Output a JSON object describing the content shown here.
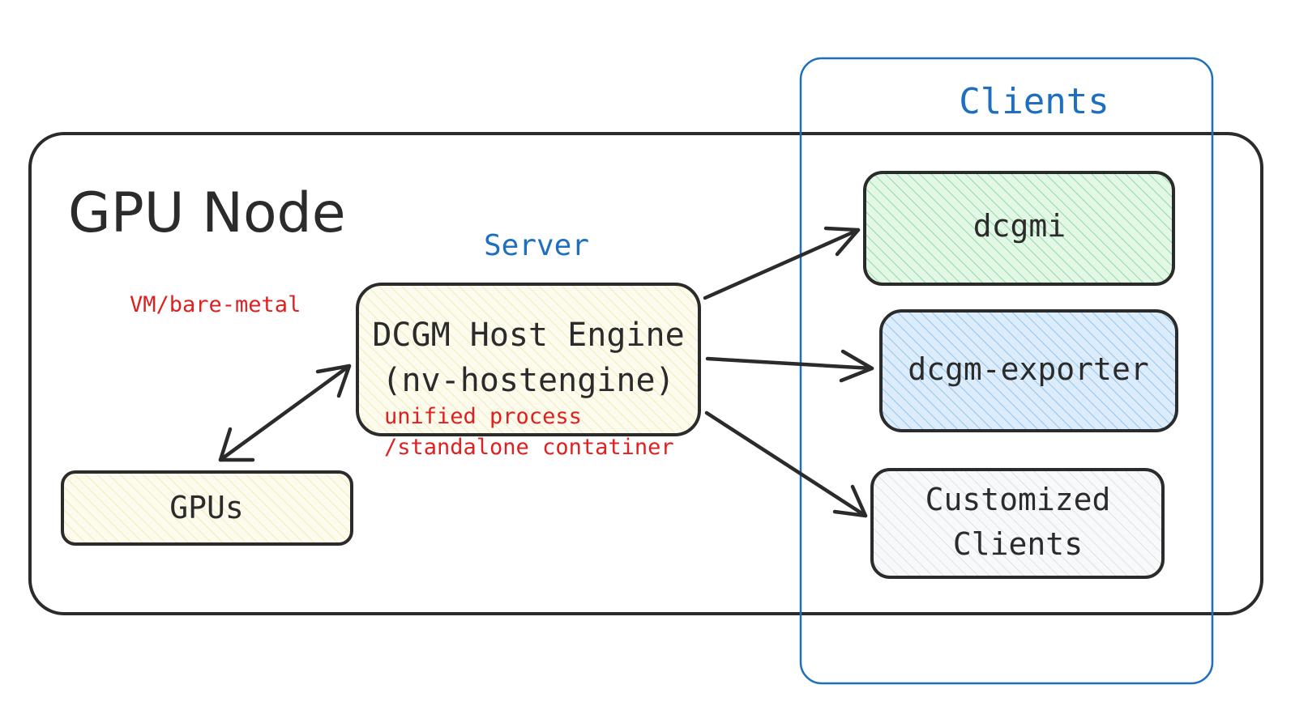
{
  "gpu_node": {
    "title": "GPU Node",
    "env_note": "VM/bare-metal"
  },
  "server": {
    "label": "Server",
    "box_line1": "DCGM Host Engine",
    "box_line2": "(nv-hostengine)",
    "deploy_line1": "unified process",
    "deploy_line2": "/standalone contatiner"
  },
  "gpus": {
    "label": "GPUs"
  },
  "clients": {
    "title": "Clients",
    "dcgmi": "dcgmi",
    "exporter": "dcgm-exporter",
    "custom_line1": "Customized",
    "custom_line2": "Clients"
  },
  "colors": {
    "outline": "#2b2b2b",
    "clients_frame": "#1e6fc0",
    "annotation_red": "#e02020",
    "dcgmi_fill": "#c6f0cf",
    "exporter_fill": "#b9dcf7",
    "engine_fill": "#fbf6d4",
    "gpus_fill": "#f7f3d2",
    "custom_fill": "#eef0f3"
  }
}
